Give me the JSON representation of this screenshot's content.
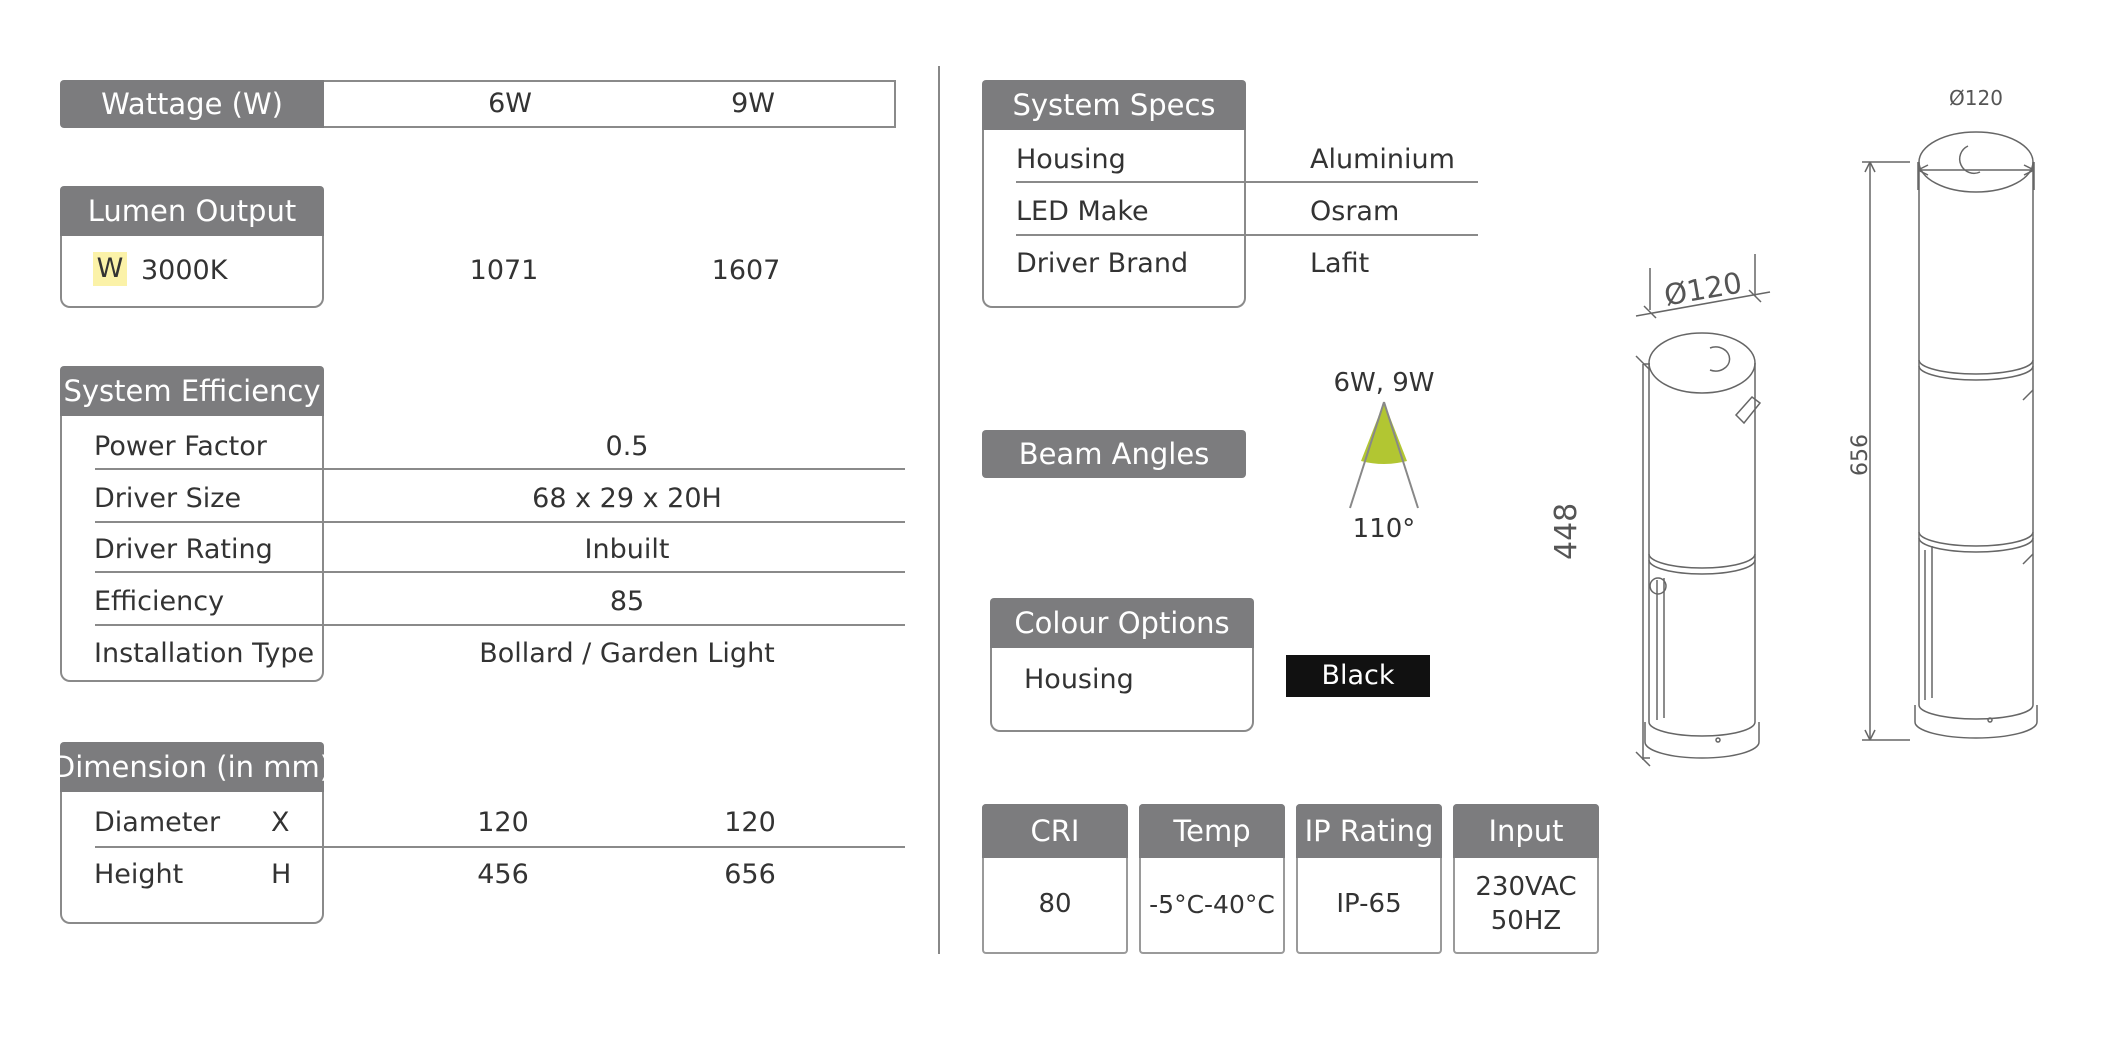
{
  "wattage": {
    "header": "Wattage (W)",
    "values": [
      "6W",
      "9W"
    ]
  },
  "lumen": {
    "header": "Lumen Output",
    "badge": "W",
    "label": "3000K",
    "values": [
      "1071",
      "1607"
    ]
  },
  "efficiency": {
    "header": "System Efficiency",
    "rows": [
      {
        "label": "Power Factor",
        "value": "0.5"
      },
      {
        "label": "Driver Size",
        "value": "68 x 29 x 20H"
      },
      {
        "label": "Driver Rating",
        "value": "Inbuilt"
      },
      {
        "label": "Efficiency",
        "value": "85"
      },
      {
        "label": "Installation Type",
        "value": "Bollard / Garden Light"
      }
    ]
  },
  "dimension": {
    "header": "Dimension (in mm)",
    "rows": [
      {
        "label": "Diameter",
        "symbol": "X",
        "values": [
          "120",
          "120"
        ]
      },
      {
        "label": "Height",
        "symbol": "H",
        "values": [
          "456",
          "656"
        ]
      }
    ]
  },
  "system_specs": {
    "header": "System Specs",
    "rows": [
      {
        "label": "Housing",
        "value": "Aluminium"
      },
      {
        "label": "LED Make",
        "value": "Osram"
      },
      {
        "label": "Driver Brand",
        "value": "Lafit"
      }
    ]
  },
  "beam": {
    "header": "Beam Angles",
    "wattage": "6W, 9W",
    "angle": "110°"
  },
  "colour": {
    "header": "Colour Options",
    "label": "Housing",
    "value": "Black"
  },
  "specs_cards": [
    {
      "title": "CRI",
      "value": "80"
    },
    {
      "title": "Temp",
      "value": "-5°C-40°C"
    },
    {
      "title": "IP Rating",
      "value": "IP-65"
    },
    {
      "title": "Input",
      "line1": "230VAC",
      "line2": "50HZ"
    }
  ],
  "drawing": {
    "small_diameter": "Ø120",
    "small_height": "448",
    "large_diameter": "Ø120",
    "large_height": "656"
  },
  "colors": {
    "header_bg": "#7c7c7e",
    "beam_fill": "#b2c632",
    "badge_bg": "#fbf2a8",
    "swatch": "#111111"
  }
}
